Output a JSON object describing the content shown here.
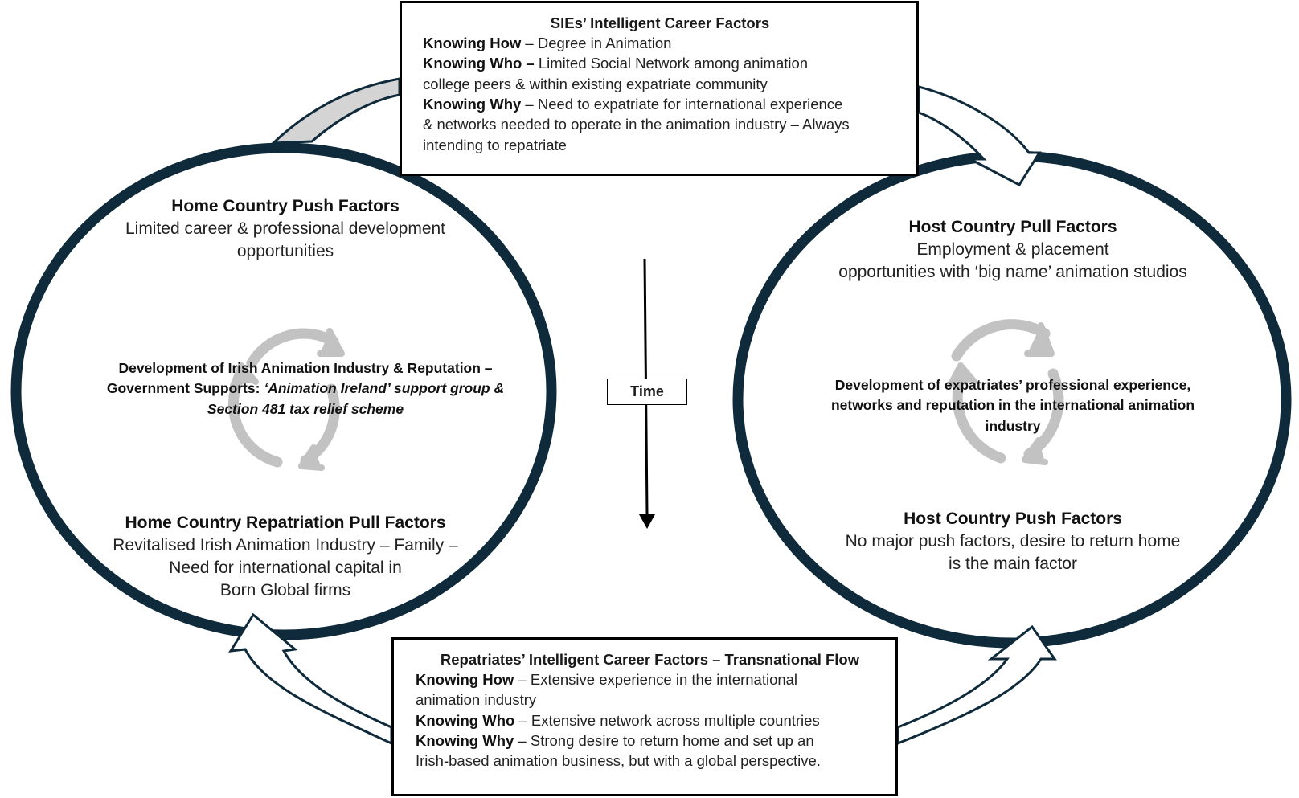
{
  "colors": {
    "ellipse_stroke": "#0f2a3a",
    "cycle_arrow": "#c2c2c2",
    "box_border": "#000000",
    "gray_connector_fill": "#d4d4d4"
  },
  "top_box": {
    "title": "SIEs’ Intelligent Career Factors",
    "items": [
      {
        "label": "Knowing How",
        "text": " – Degree in Animation"
      },
      {
        "label": "Knowing Who – ",
        "text": "Limited Social Network among animation"
      },
      {
        "label": "",
        "text": "college peers & within existing expatriate community"
      },
      {
        "label": "Knowing Why",
        "text": " – Need to expatriate for international experience"
      },
      {
        "label": "",
        "text": "& networks needed to operate in the animation industry – Always"
      },
      {
        "label": "",
        "text": "intending to repatriate"
      }
    ]
  },
  "left_circle": {
    "top_heading": "Home Country Push Factors",
    "top_body": [
      "Limited career & professional development",
      "opportunities"
    ],
    "center": {
      "line1": "Development of Irish Animation Industry & Reputation –",
      "line2_prefix": "Government Supports: ",
      "line2_italic": "‘Animation Ireland’ support group &",
      "line3_italic": "Section 481 tax relief scheme"
    },
    "bottom_heading": "Home Country Repatriation Pull Factors",
    "bottom_body": [
      "Revitalised Irish Animation Industry – Family –",
      "Need for international capital in",
      "Born Global firms"
    ]
  },
  "right_circle": {
    "top_heading": "Host Country Pull Factors",
    "top_body": [
      "Employment & placement",
      "opportunities with ‘big name’ animation studios"
    ],
    "center": [
      "Development of expatriates’ professional experience,",
      "networks and reputation in the international animation",
      "industry"
    ],
    "bottom_heading": "Host Country Push Factors",
    "bottom_body": [
      "No major push factors, desire to return home",
      "is the main factor"
    ]
  },
  "time_axis": {
    "label": "Time"
  },
  "bottom_box": {
    "title": "Repatriates’ Intelligent Career Factors – Transnational Flow",
    "items": [
      {
        "label": "Knowing How",
        "text": " – Extensive experience in the international"
      },
      {
        "label": "",
        "text": "animation industry"
      },
      {
        "label": "Knowing Who",
        "text": " – Extensive network across multiple countries"
      },
      {
        "label": "Knowing Why",
        "text": " – Strong desire to return home and set up an"
      },
      {
        "label": "",
        "text": "Irish-based animation business, but with a global perspective."
      }
    ]
  }
}
